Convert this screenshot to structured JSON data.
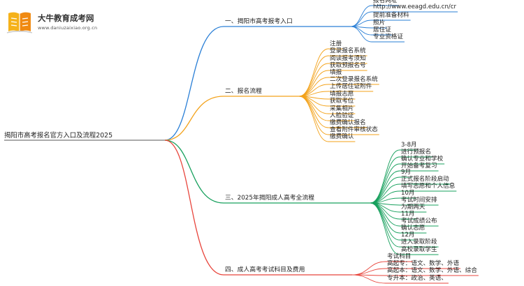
{
  "logo": {
    "title": "大牛教育成考网",
    "url": "www.daniuzaixiao.org.cn"
  },
  "root": "揭阳市高考报名官方入口及流程2025",
  "branches": [
    {
      "label": "一、揭阳市高考报考入口",
      "color": "#2a7fd6",
      "items": [
        "报名网址",
        "http://www.eeagd.edu.cn/cr",
        "提前准备材料",
        "照片",
        "居住证",
        "专业资格证"
      ]
    },
    {
      "label": "二、报名流程",
      "color": "#f3a21a",
      "items": [
        "注册",
        "登录报名系统",
        "阅读报考须知",
        "获取预报名号",
        "填报",
        "二次登录报名系统",
        "上传居住证附件",
        "填报志愿",
        "获取考位",
        "采集相片",
        "人脸验证",
        "缴费确认报名",
        "查看附件审核状态",
        "缴费确认"
      ]
    },
    {
      "label": "三、2025年揭阳成人高考全流程",
      "color": "#17a05d",
      "items": [
        "3-8月",
        "进行预报名",
        "确认专业和学校",
        "开始备考复习",
        "9月",
        "正式报名阶段启动",
        "填写志愿和个人信息",
        "10月",
        "考试时间安排",
        "为期两天",
        "11月",
        "考试成绩公布",
        "确认志愿",
        "12月",
        "进入录取阶段",
        "高校录取学生"
      ]
    },
    {
      "label": "四、成人高考考试科目及费用",
      "color": "#e8453c",
      "items": [
        "考试科目",
        "高起专：语文、数学、外语",
        "高起本：语文、数学、外语、综合",
        "专升本：政治、英语、"
      ]
    }
  ]
}
